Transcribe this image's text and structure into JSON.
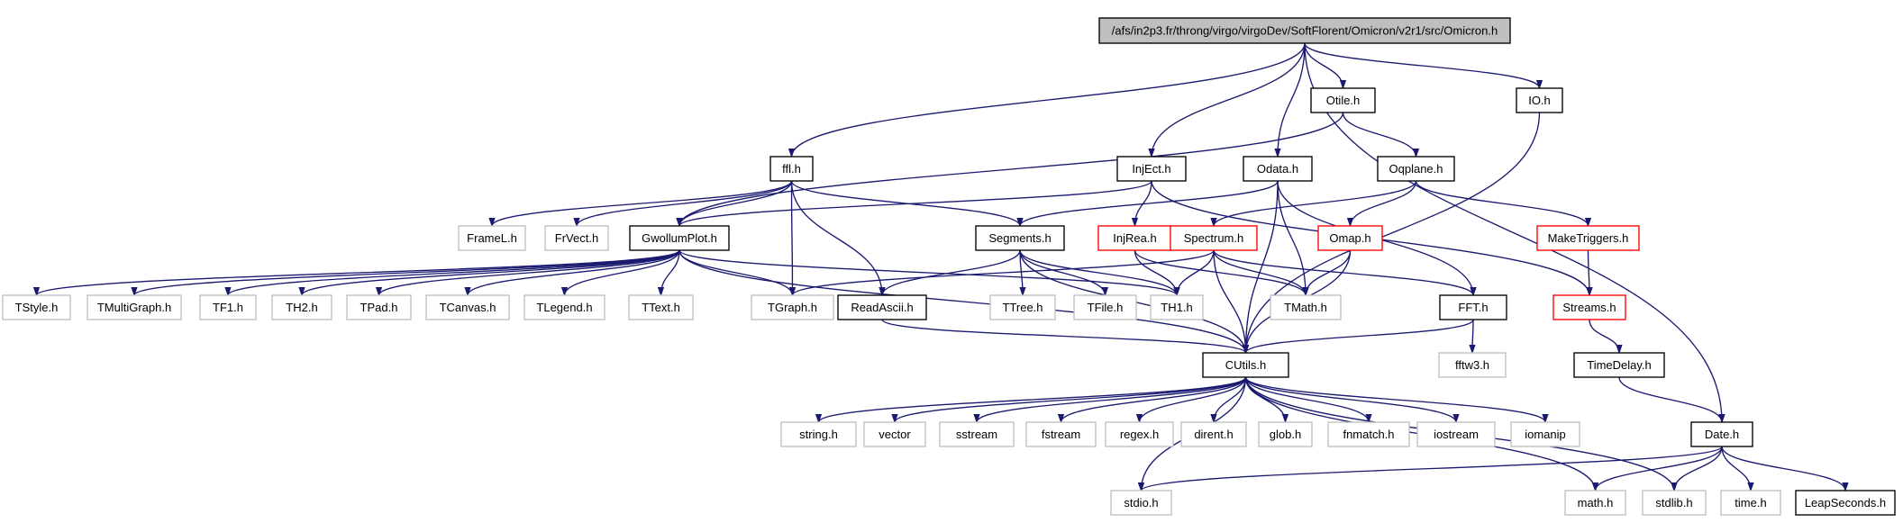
{
  "diagram": {
    "nodes": [
      {
        "id": "omicron",
        "label": "/afs/in2p3.fr/throng/virgo/virgoDev/SoftFlorent/Omicron/v2r1/src/Omicron.h",
        "kind": "root"
      },
      {
        "id": "otile",
        "label": "Otile.h",
        "kind": "doc"
      },
      {
        "id": "io",
        "label": "IO.h",
        "kind": "doc"
      },
      {
        "id": "ffl",
        "label": "ffl.h",
        "kind": "doc"
      },
      {
        "id": "inject",
        "label": "InjEct.h",
        "kind": "doc"
      },
      {
        "id": "odata",
        "label": "Odata.h",
        "kind": "doc"
      },
      {
        "id": "oqplane",
        "label": "Oqplane.h",
        "kind": "doc"
      },
      {
        "id": "framel",
        "label": "FrameL.h",
        "kind": "ext"
      },
      {
        "id": "frvect",
        "label": "FrVect.h",
        "kind": "ext"
      },
      {
        "id": "gwollum",
        "label": "GwollumPlot.h",
        "kind": "doc"
      },
      {
        "id": "segments",
        "label": "Segments.h",
        "kind": "doc"
      },
      {
        "id": "injrea",
        "label": "InjRea.h",
        "kind": "trunc"
      },
      {
        "id": "spectrum",
        "label": "Spectrum.h",
        "kind": "trunc"
      },
      {
        "id": "omap",
        "label": "Omap.h",
        "kind": "trunc"
      },
      {
        "id": "maketrig",
        "label": "MakeTriggers.h",
        "kind": "trunc"
      },
      {
        "id": "tstyle",
        "label": "TStyle.h",
        "kind": "ext"
      },
      {
        "id": "tmultigraph",
        "label": "TMultiGraph.h",
        "kind": "ext"
      },
      {
        "id": "tf1",
        "label": "TF1.h",
        "kind": "ext"
      },
      {
        "id": "th2",
        "label": "TH2.h",
        "kind": "ext"
      },
      {
        "id": "tpad",
        "label": "TPad.h",
        "kind": "ext"
      },
      {
        "id": "tcanvas",
        "label": "TCanvas.h",
        "kind": "ext"
      },
      {
        "id": "tlegend",
        "label": "TLegend.h",
        "kind": "ext"
      },
      {
        "id": "ttext",
        "label": "TText.h",
        "kind": "ext"
      },
      {
        "id": "tgraph",
        "label": "TGraph.h",
        "kind": "ext"
      },
      {
        "id": "readascii",
        "label": "ReadAscii.h",
        "kind": "doc"
      },
      {
        "id": "ttree",
        "label": "TTree.h",
        "kind": "ext"
      },
      {
        "id": "tfile",
        "label": "TFile.h",
        "kind": "ext"
      },
      {
        "id": "th1",
        "label": "TH1.h",
        "kind": "ext"
      },
      {
        "id": "tmath",
        "label": "TMath.h",
        "kind": "ext"
      },
      {
        "id": "fft",
        "label": "FFT.h",
        "kind": "doc"
      },
      {
        "id": "streams",
        "label": "Streams.h",
        "kind": "trunc"
      },
      {
        "id": "timedelay",
        "label": "TimeDelay.h",
        "kind": "doc"
      },
      {
        "id": "fftw3",
        "label": "fftw3.h",
        "kind": "ext"
      },
      {
        "id": "cutils",
        "label": "CUtils.h",
        "kind": "doc"
      },
      {
        "id": "stringh",
        "label": "string.h",
        "kind": "ext"
      },
      {
        "id": "vector",
        "label": "vector",
        "kind": "ext"
      },
      {
        "id": "sstream",
        "label": "sstream",
        "kind": "ext"
      },
      {
        "id": "fstream",
        "label": "fstream",
        "kind": "ext"
      },
      {
        "id": "regex",
        "label": "regex.h",
        "kind": "ext"
      },
      {
        "id": "dirent",
        "label": "dirent.h",
        "kind": "ext"
      },
      {
        "id": "glob",
        "label": "glob.h",
        "kind": "ext"
      },
      {
        "id": "fnmatch",
        "label": "fnmatch.h",
        "kind": "ext"
      },
      {
        "id": "iostream",
        "label": "iostream",
        "kind": "ext"
      },
      {
        "id": "iomanip",
        "label": "iomanip",
        "kind": "ext"
      },
      {
        "id": "date",
        "label": "Date.h",
        "kind": "doc"
      },
      {
        "id": "stdio",
        "label": "stdio.h",
        "kind": "ext"
      },
      {
        "id": "math",
        "label": "math.h",
        "kind": "ext"
      },
      {
        "id": "stdlib",
        "label": "stdlib.h",
        "kind": "ext"
      },
      {
        "id": "time",
        "label": "time.h",
        "kind": "ext"
      },
      {
        "id": "leapsec",
        "label": "LeapSeconds.h",
        "kind": "doc"
      }
    ],
    "edges": [
      [
        "omicron",
        "otile"
      ],
      [
        "omicron",
        "io"
      ],
      [
        "omicron",
        "ffl"
      ],
      [
        "omicron",
        "inject"
      ],
      [
        "omicron",
        "odata"
      ],
      [
        "omicron",
        "date"
      ],
      [
        "otile",
        "gwollum"
      ],
      [
        "otile",
        "oqplane"
      ],
      [
        "io",
        "cutils"
      ],
      [
        "ffl",
        "framel"
      ],
      [
        "ffl",
        "frvect"
      ],
      [
        "ffl",
        "gwollum"
      ],
      [
        "ffl",
        "segments"
      ],
      [
        "ffl",
        "tgraph"
      ],
      [
        "ffl",
        "readascii"
      ],
      [
        "inject",
        "gwollum"
      ],
      [
        "inject",
        "injrea"
      ],
      [
        "inject",
        "streams"
      ],
      [
        "odata",
        "segments"
      ],
      [
        "odata",
        "tmath"
      ],
      [
        "odata",
        "cutils"
      ],
      [
        "odata",
        "fft"
      ],
      [
        "oqplane",
        "spectrum"
      ],
      [
        "oqplane",
        "omap"
      ],
      [
        "oqplane",
        "maketrig"
      ],
      [
        "gwollum",
        "tstyle"
      ],
      [
        "gwollum",
        "tmultigraph"
      ],
      [
        "gwollum",
        "tf1"
      ],
      [
        "gwollum",
        "th2"
      ],
      [
        "gwollum",
        "tpad"
      ],
      [
        "gwollum",
        "tcanvas"
      ],
      [
        "gwollum",
        "tlegend"
      ],
      [
        "gwollum",
        "ttext"
      ],
      [
        "gwollum",
        "tgraph"
      ],
      [
        "gwollum",
        "th1"
      ],
      [
        "gwollum",
        "cutils"
      ],
      [
        "segments",
        "readascii"
      ],
      [
        "segments",
        "ttree"
      ],
      [
        "segments",
        "tfile"
      ],
      [
        "segments",
        "th1"
      ],
      [
        "segments",
        "cutils"
      ],
      [
        "injrea",
        "th1"
      ],
      [
        "injrea",
        "tmath"
      ],
      [
        "spectrum",
        "tgraph"
      ],
      [
        "spectrum",
        "th1"
      ],
      [
        "spectrum",
        "tmath"
      ],
      [
        "spectrum",
        "fft"
      ],
      [
        "spectrum",
        "cutils"
      ],
      [
        "omap",
        "tmath"
      ],
      [
        "omap",
        "cutils"
      ],
      [
        "maketrig",
        "streams"
      ],
      [
        "readascii",
        "cutils"
      ],
      [
        "fft",
        "fftw3"
      ],
      [
        "fft",
        "cutils"
      ],
      [
        "streams",
        "timedelay"
      ],
      [
        "timedelay",
        "date"
      ],
      [
        "cutils",
        "stringh"
      ],
      [
        "cutils",
        "vector"
      ],
      [
        "cutils",
        "sstream"
      ],
      [
        "cutils",
        "fstream"
      ],
      [
        "cutils",
        "regex"
      ],
      [
        "cutils",
        "dirent"
      ],
      [
        "cutils",
        "glob"
      ],
      [
        "cutils",
        "fnmatch"
      ],
      [
        "cutils",
        "iostream"
      ],
      [
        "cutils",
        "iomanip"
      ],
      [
        "cutils",
        "stdio"
      ],
      [
        "cutils",
        "math"
      ],
      [
        "cutils",
        "stdlib"
      ],
      [
        "date",
        "stdio"
      ],
      [
        "date",
        "math"
      ],
      [
        "date",
        "stdlib"
      ],
      [
        "date",
        "time"
      ],
      [
        "date",
        "leapsec"
      ]
    ],
    "colors": {
      "edge": "#191970",
      "root_fill": "#bfbfbf",
      "documented_border": "#000000",
      "truncated_border": "#ff0000",
      "external_border": "#bfbfbf"
    }
  }
}
